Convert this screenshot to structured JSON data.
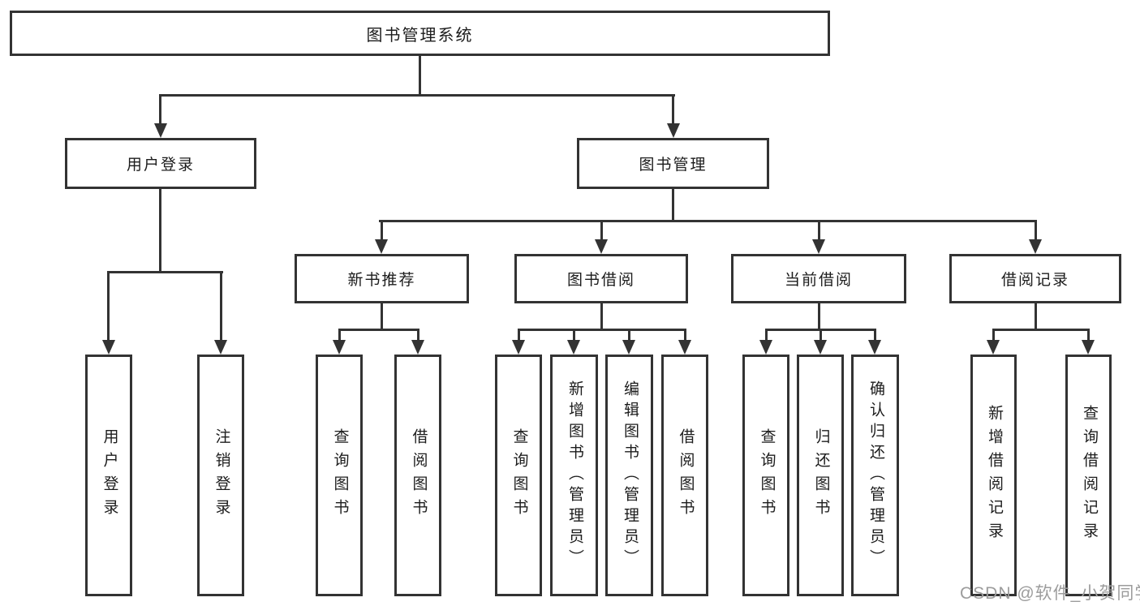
{
  "diagram": {
    "tree": {
      "root": {
        "label": "图书管理系统"
      },
      "branches": [
        {
          "label": "用户登录",
          "children": [
            {
              "label": "用户登录"
            },
            {
              "label": "注销登录"
            }
          ]
        },
        {
          "label": "图书管理",
          "children": [
            {
              "label": "新书推荐",
              "children": [
                {
                  "label": "查询图书"
                },
                {
                  "label": "借阅图书"
                }
              ]
            },
            {
              "label": "图书借阅",
              "children": [
                {
                  "label": "查询图书"
                },
                {
                  "label": "新增图书（管理员）"
                },
                {
                  "label": "编辑图书（管理员）"
                },
                {
                  "label": "借阅图书"
                }
              ]
            },
            {
              "label": "当前借阅",
              "children": [
                {
                  "label": "查询图书"
                },
                {
                  "label": "归还图书"
                },
                {
                  "label": "确认归还（管理员）"
                }
              ]
            },
            {
              "label": "借阅记录",
              "children": [
                {
                  "label": "新增借阅记录"
                },
                {
                  "label": "查询借阅记录"
                }
              ]
            }
          ]
        }
      ]
    },
    "colors": {
      "line": "#333333",
      "text": "#1c1c1c",
      "background": "#ffffff",
      "watermark": "#9c9c9c"
    }
  },
  "watermark": {
    "text": "CSDN @软件_小贺同学"
  }
}
